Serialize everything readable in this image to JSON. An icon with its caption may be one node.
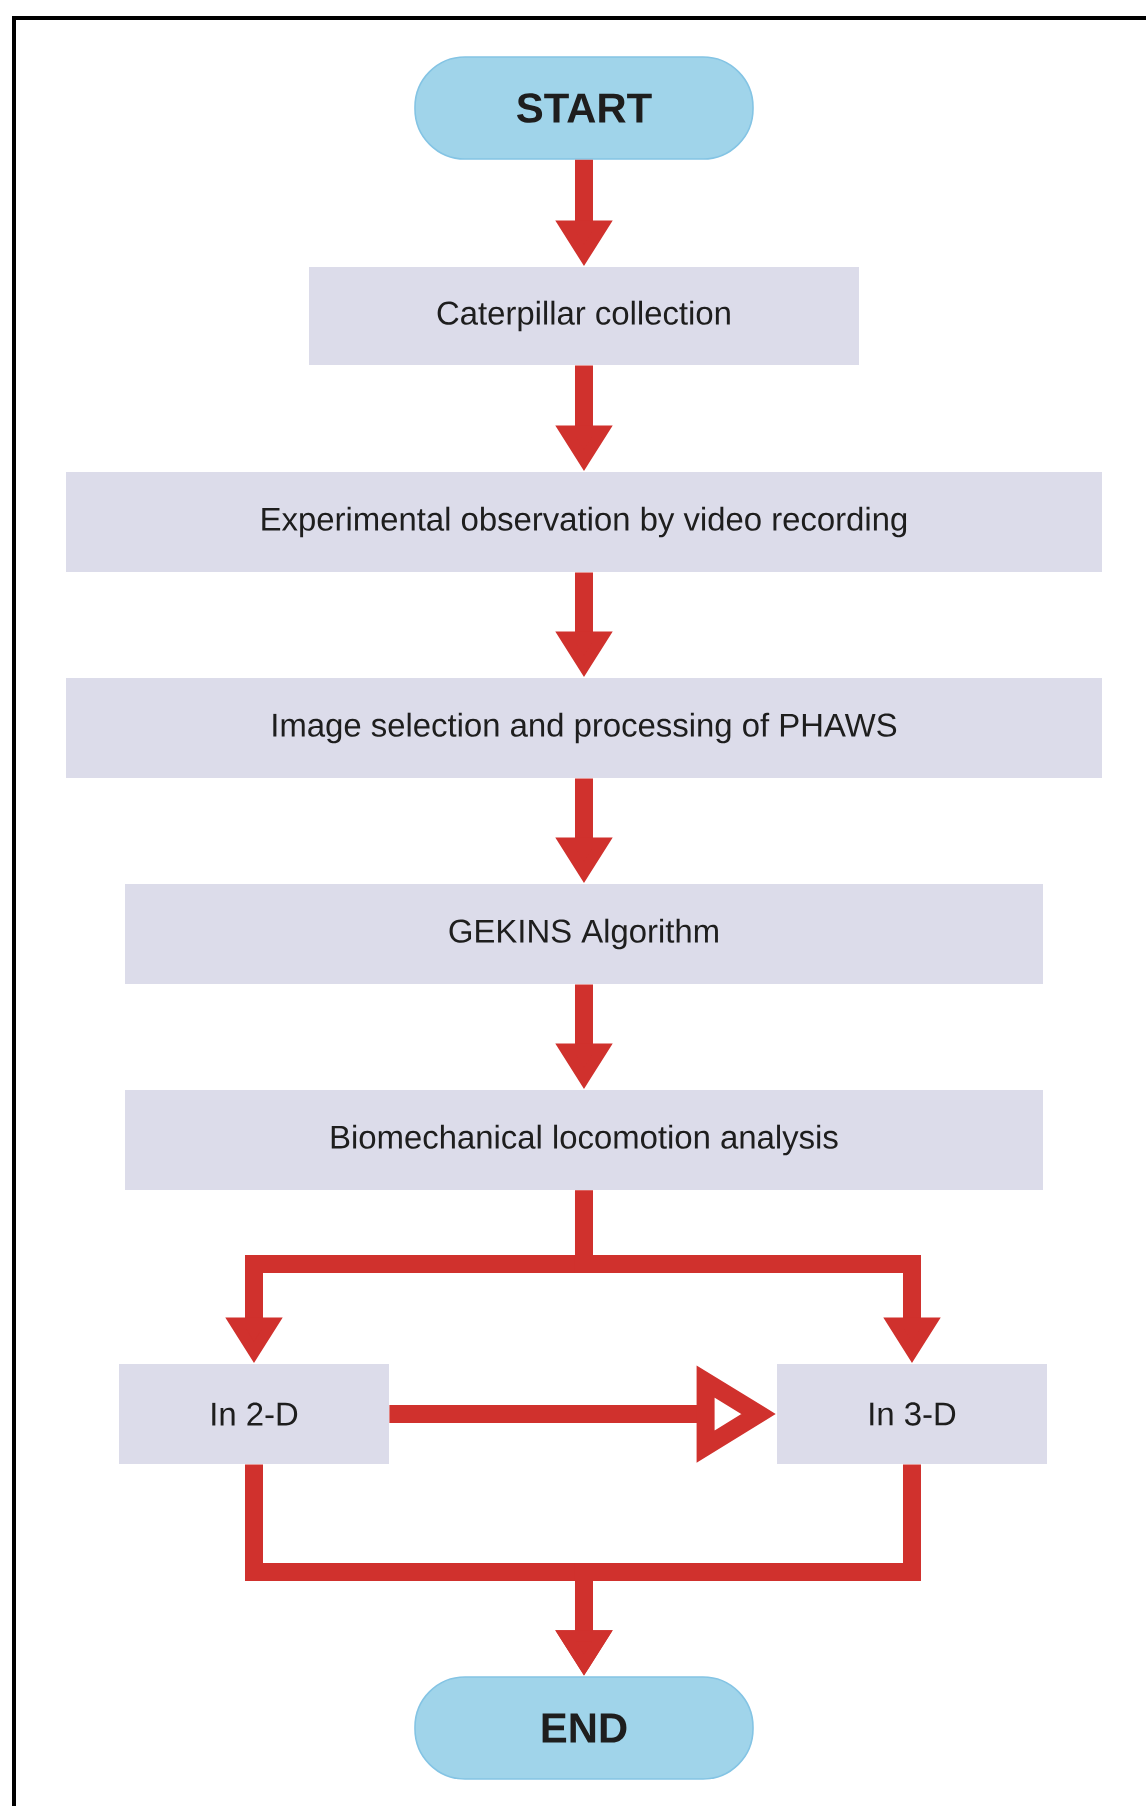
{
  "diagram": {
    "nodes": [
      {
        "text": [
          "START"
        ]
      },
      {
        "text": [
          "Caterpillar collection"
        ]
      },
      {
        "text": [
          "Experimental observation by video recording"
        ]
      },
      {
        "text": [
          "Image selection and processing of PHAWS"
        ]
      },
      {
        "text": [
          "GEKINS Algorithm"
        ]
      },
      {
        "text": [
          "Biomechanical locomotion analysis"
        ]
      },
      {
        "text": [
          "In 2-D"
        ]
      },
      {
        "text": [
          "In 3-D"
        ]
      },
      {
        "text": [
          "END"
        ]
      }
    ],
    "edges": [
      {
        "from": 0,
        "to": 1,
        "arrow": "to"
      },
      {
        "from": 1,
        "to": 2,
        "arrow": "to"
      },
      {
        "from": 2,
        "to": 3,
        "arrow": "to"
      },
      {
        "from": 3,
        "to": 4,
        "arrow": "to"
      },
      {
        "from": 4,
        "to": 5,
        "arrow": "to"
      },
      {
        "from": 5,
        "to": 6,
        "arrow": "to"
      },
      {
        "from": 5,
        "to": 7,
        "arrow": "to"
      },
      {
        "from": 6,
        "to": 7,
        "arrow": "to"
      },
      {
        "from": 6,
        "to": 8,
        "arrow": "to"
      },
      {
        "from": 7,
        "to": 8,
        "arrow": "to"
      }
    ]
  }
}
